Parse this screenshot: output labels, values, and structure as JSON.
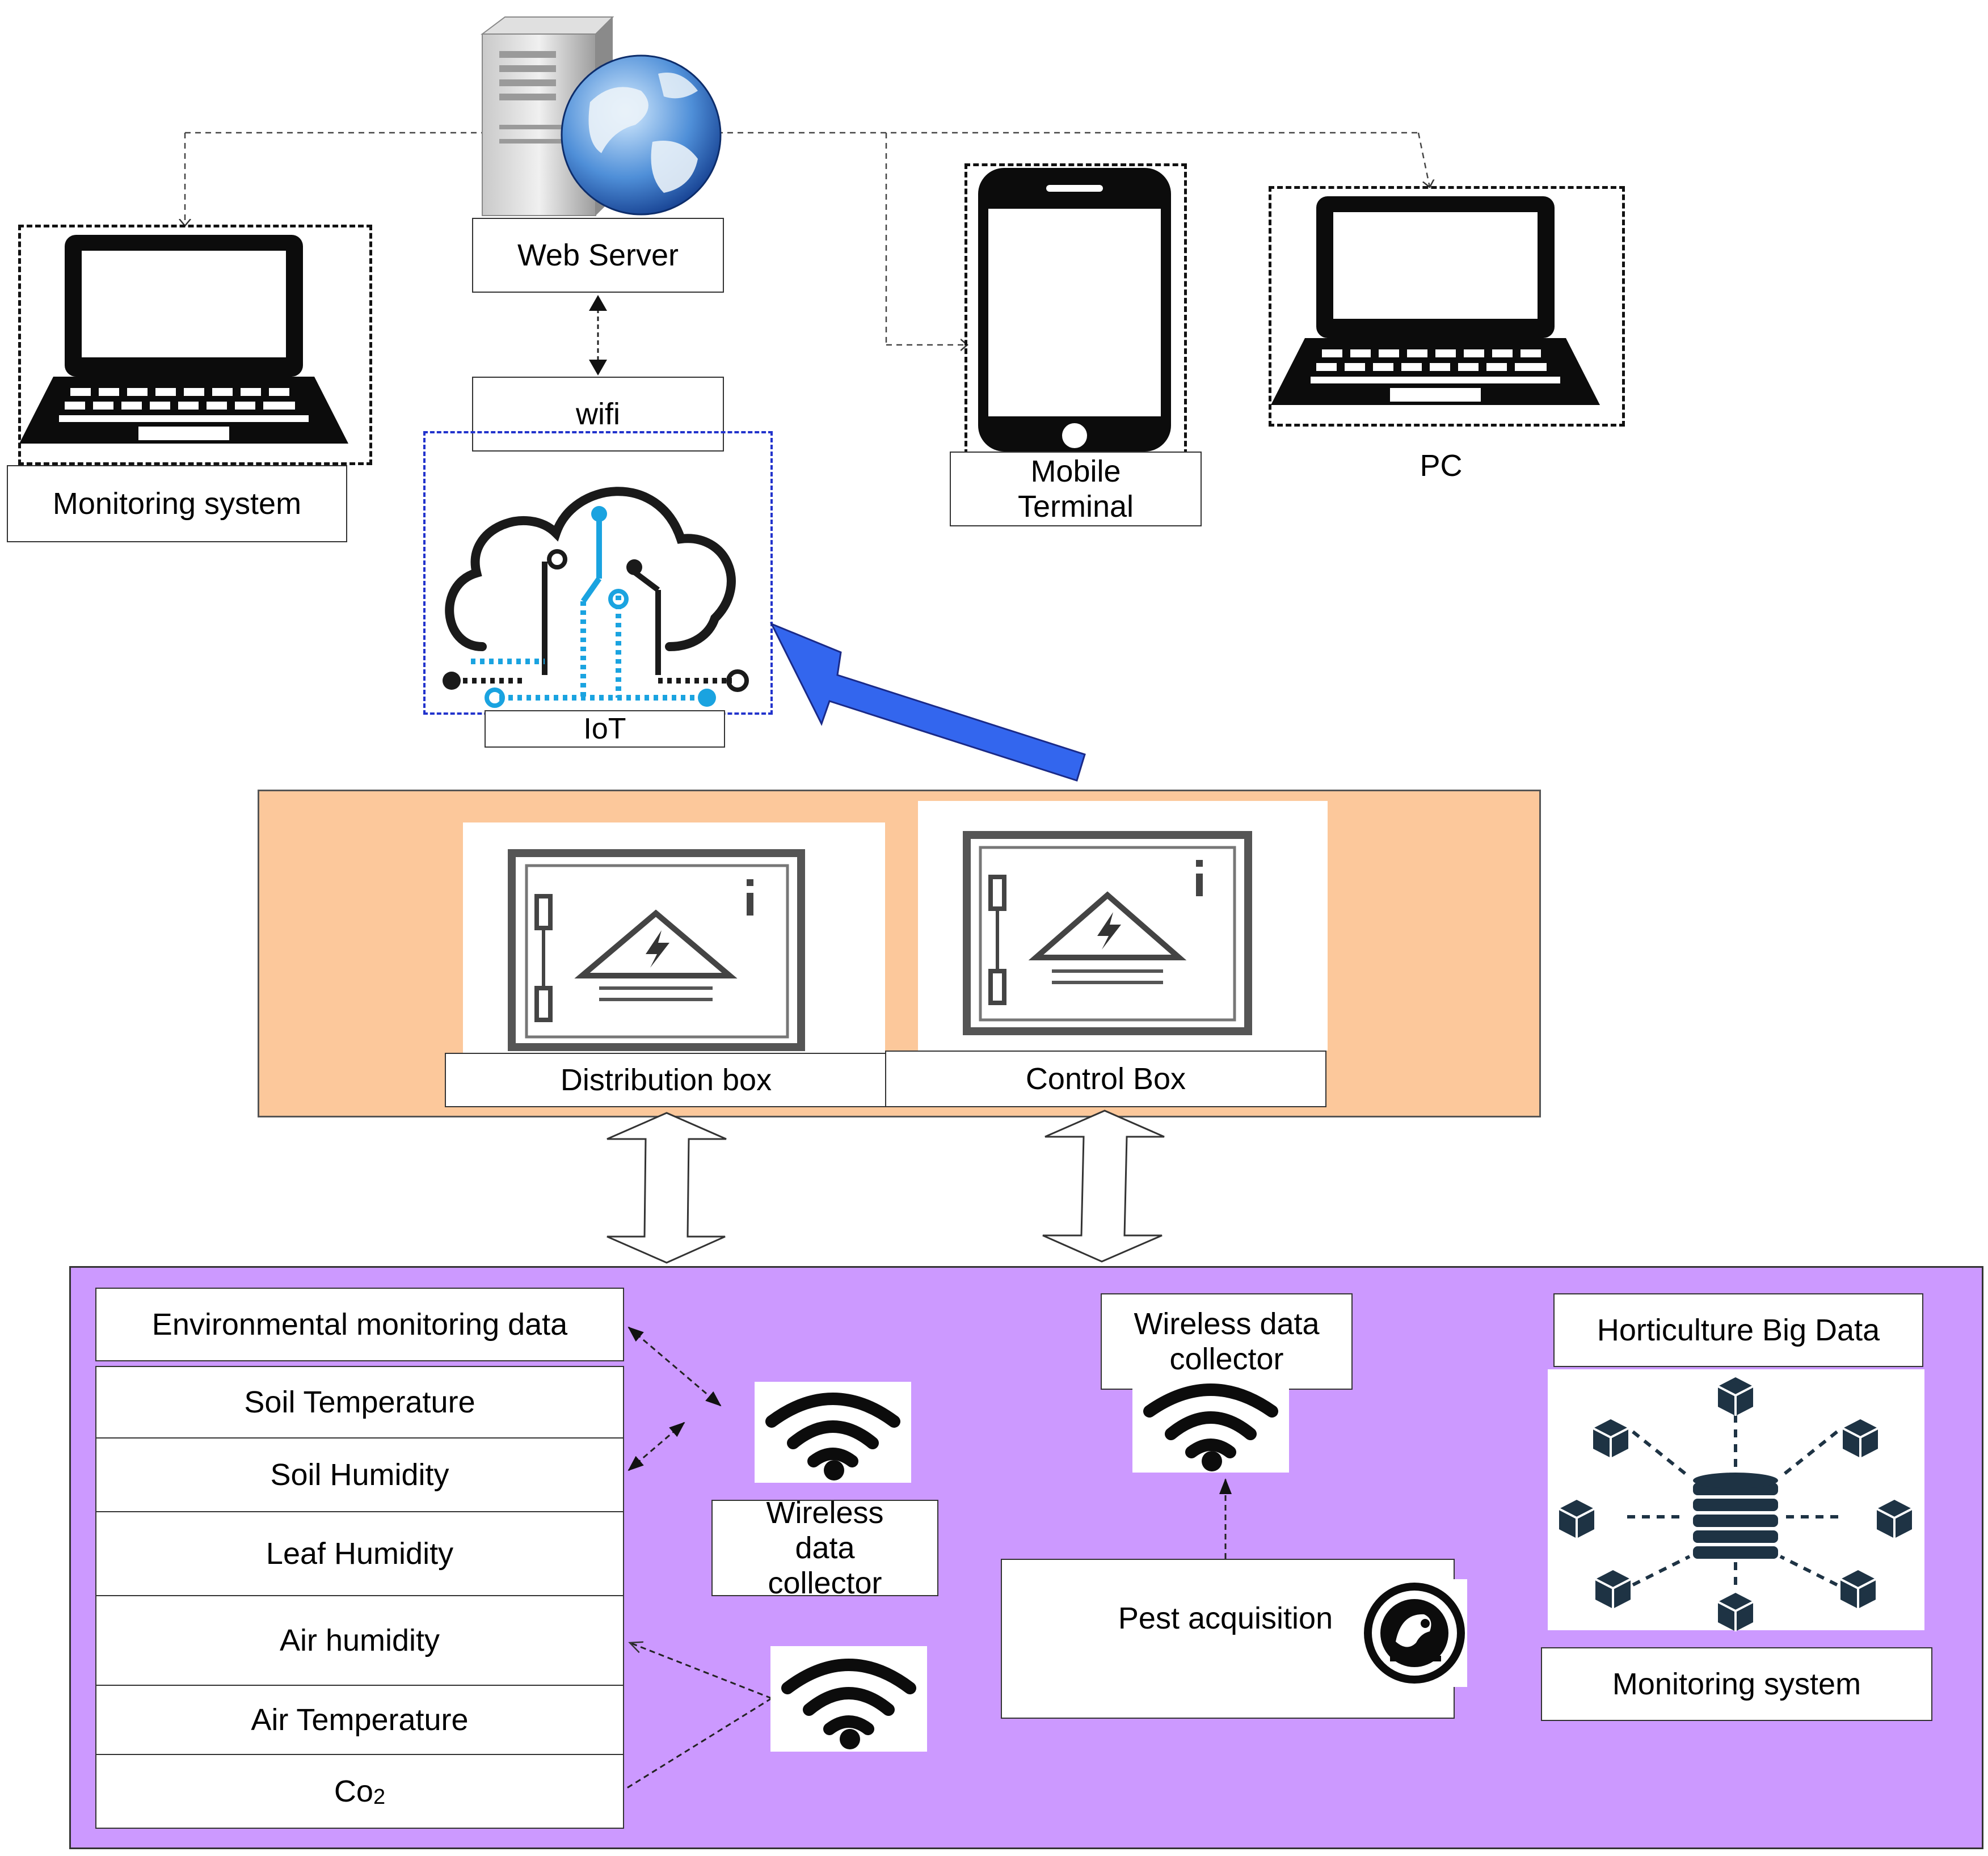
{
  "top": {
    "web_server": "Web Server",
    "wifi": "wifi",
    "iot": "IoT",
    "monitoring_system": "Monitoring system",
    "mobile_terminal_line1": "Mobile",
    "mobile_terminal_line2": "Terminal",
    "pc": "PC"
  },
  "middle": {
    "distribution_box": "Distribution box",
    "control_box": "Control Box"
  },
  "bottom": {
    "env_data": "Environmental monitoring data",
    "sensors": [
      "Soil Temperature",
      "Soil Humidity",
      "Leaf Humidity",
      "Air humidity",
      "Air Temperature"
    ],
    "co2_main": "Co",
    "co2_sub": "2",
    "wireless_left_1": "Wireless",
    "wireless_left_2": "data",
    "wireless_left_3": "collector",
    "wireless_right_1": "Wireless data",
    "wireless_right_2": "collector",
    "pest_acquisition": "Pest acquisition",
    "horticulture_big_data": "Horticulture Big Data",
    "monitoring_system": "Monitoring system"
  },
  "colors": {
    "orange_panel": "#fcc89b",
    "purple_panel": "#cc99ff",
    "blue_arrow": "#3366ee",
    "iot_accent": "#1aa3e0",
    "iot_dashed_border": "#2233cc"
  },
  "icons": [
    "server-globe-icon",
    "laptop-icon",
    "smartphone-icon",
    "iot-cloud-icon",
    "electrical-box-icon",
    "wifi-icon",
    "pest-icon",
    "big-data-icon"
  ]
}
